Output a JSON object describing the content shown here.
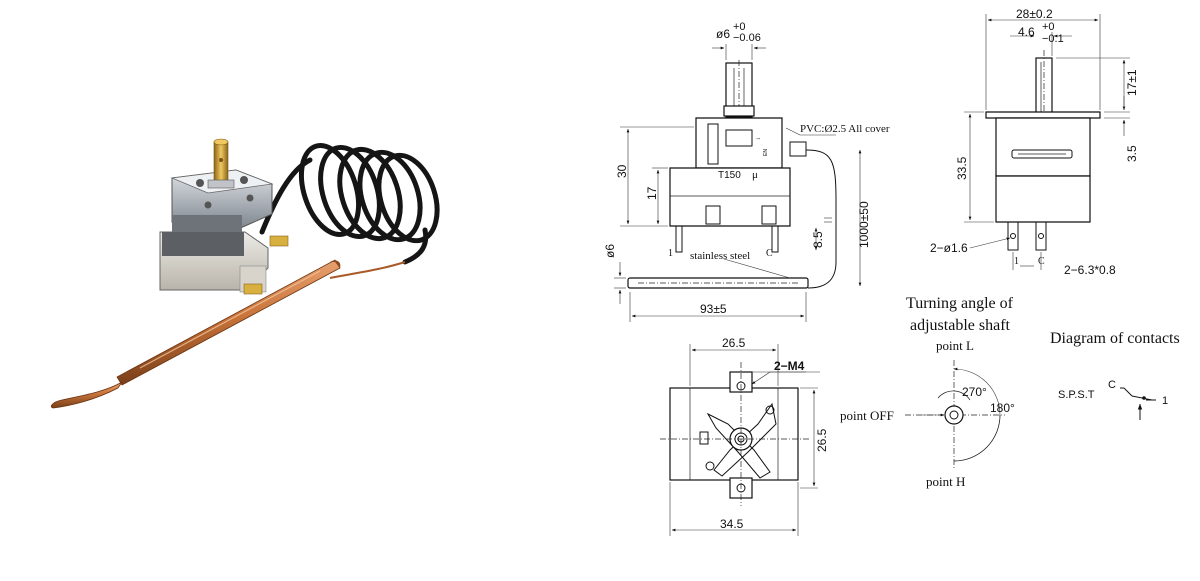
{
  "photo": {
    "colors": {
      "copper": "#c8743a",
      "copper_dark": "#8a4a1e",
      "cable": "#111111",
      "brass": "#d6a63a",
      "housing": "#9aa0a8",
      "base": "#cfcac0"
    }
  },
  "front_view": {
    "shaft_dia": "ø6",
    "shaft_tol_upper": "+0",
    "shaft_tol_lower": "−0.06",
    "pvc_note": "PVC:Ø2.5 All cover",
    "model_mark": "T150",
    "mu_mark": "μ",
    "dim_30": "30",
    "dim_17": "17",
    "dim_85": "8.5",
    "dim_1000": "1000±50",
    "dim_6": "ø6",
    "bulb_label": "stainless steel",
    "dim_93": "93±5",
    "term_1": "1",
    "term_c": "C"
  },
  "side_view": {
    "dim_28": "28±0.2",
    "dim_46": "4.6",
    "tol_upper": "+0",
    "tol_lower": "−0.1",
    "dim_17": "17±1",
    "dim_335": "33.5",
    "dim_35": "3.5",
    "hole_label": "2−ø1.6",
    "term_1": "1",
    "term_c": "C",
    "tab_label": "2−6.3*0.8"
  },
  "bottom_view": {
    "dim_265_top": "26.5",
    "m4_label": "2−M4",
    "dim_265_side": "26.5",
    "dim_345": "34.5"
  },
  "turning": {
    "title_line1": "Turning angle of",
    "title_line2": "adjustable shaft",
    "point_l": "point L",
    "point_off": "point OFF",
    "point_h": "point H",
    "angle_270": "270°",
    "angle_180": "180°"
  },
  "contacts": {
    "title": "Diagram of contacts",
    "type": "S.P.S.T",
    "pin_c": "C",
    "pin_1": "1"
  }
}
